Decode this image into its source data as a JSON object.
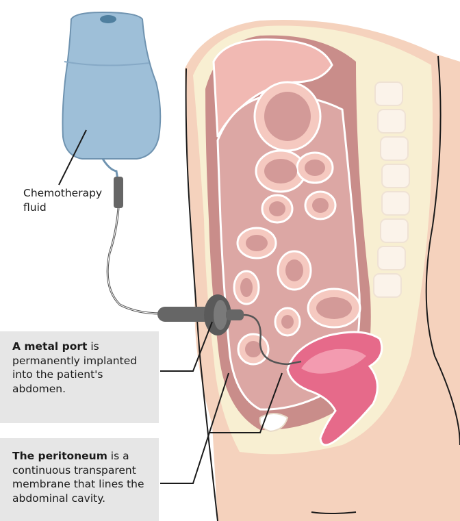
{
  "labels": {
    "chemotherapy_line1": "Chemotherapy",
    "chemotherapy_line2": "fluid"
  },
  "callouts": {
    "port": {
      "bold": "A metal port",
      "rest": " is permanently implanted into the patient's abdomen."
    },
    "peritoneum": {
      "bold": "The peritoneum",
      "rest": " is a continuous transparent membrane that lines the abdominal cavity."
    }
  },
  "colors": {
    "skin": "#f5d2bd",
    "fat": "#f8efd2",
    "muscle": "#c98d8a",
    "organ": "#dca7a4",
    "organ_light": "#f5c9c0",
    "bladder": "#e66a8a",
    "bag": "#9ebfd8",
    "tube": "#555555",
    "callout_bg": "#e6e6e6"
  }
}
